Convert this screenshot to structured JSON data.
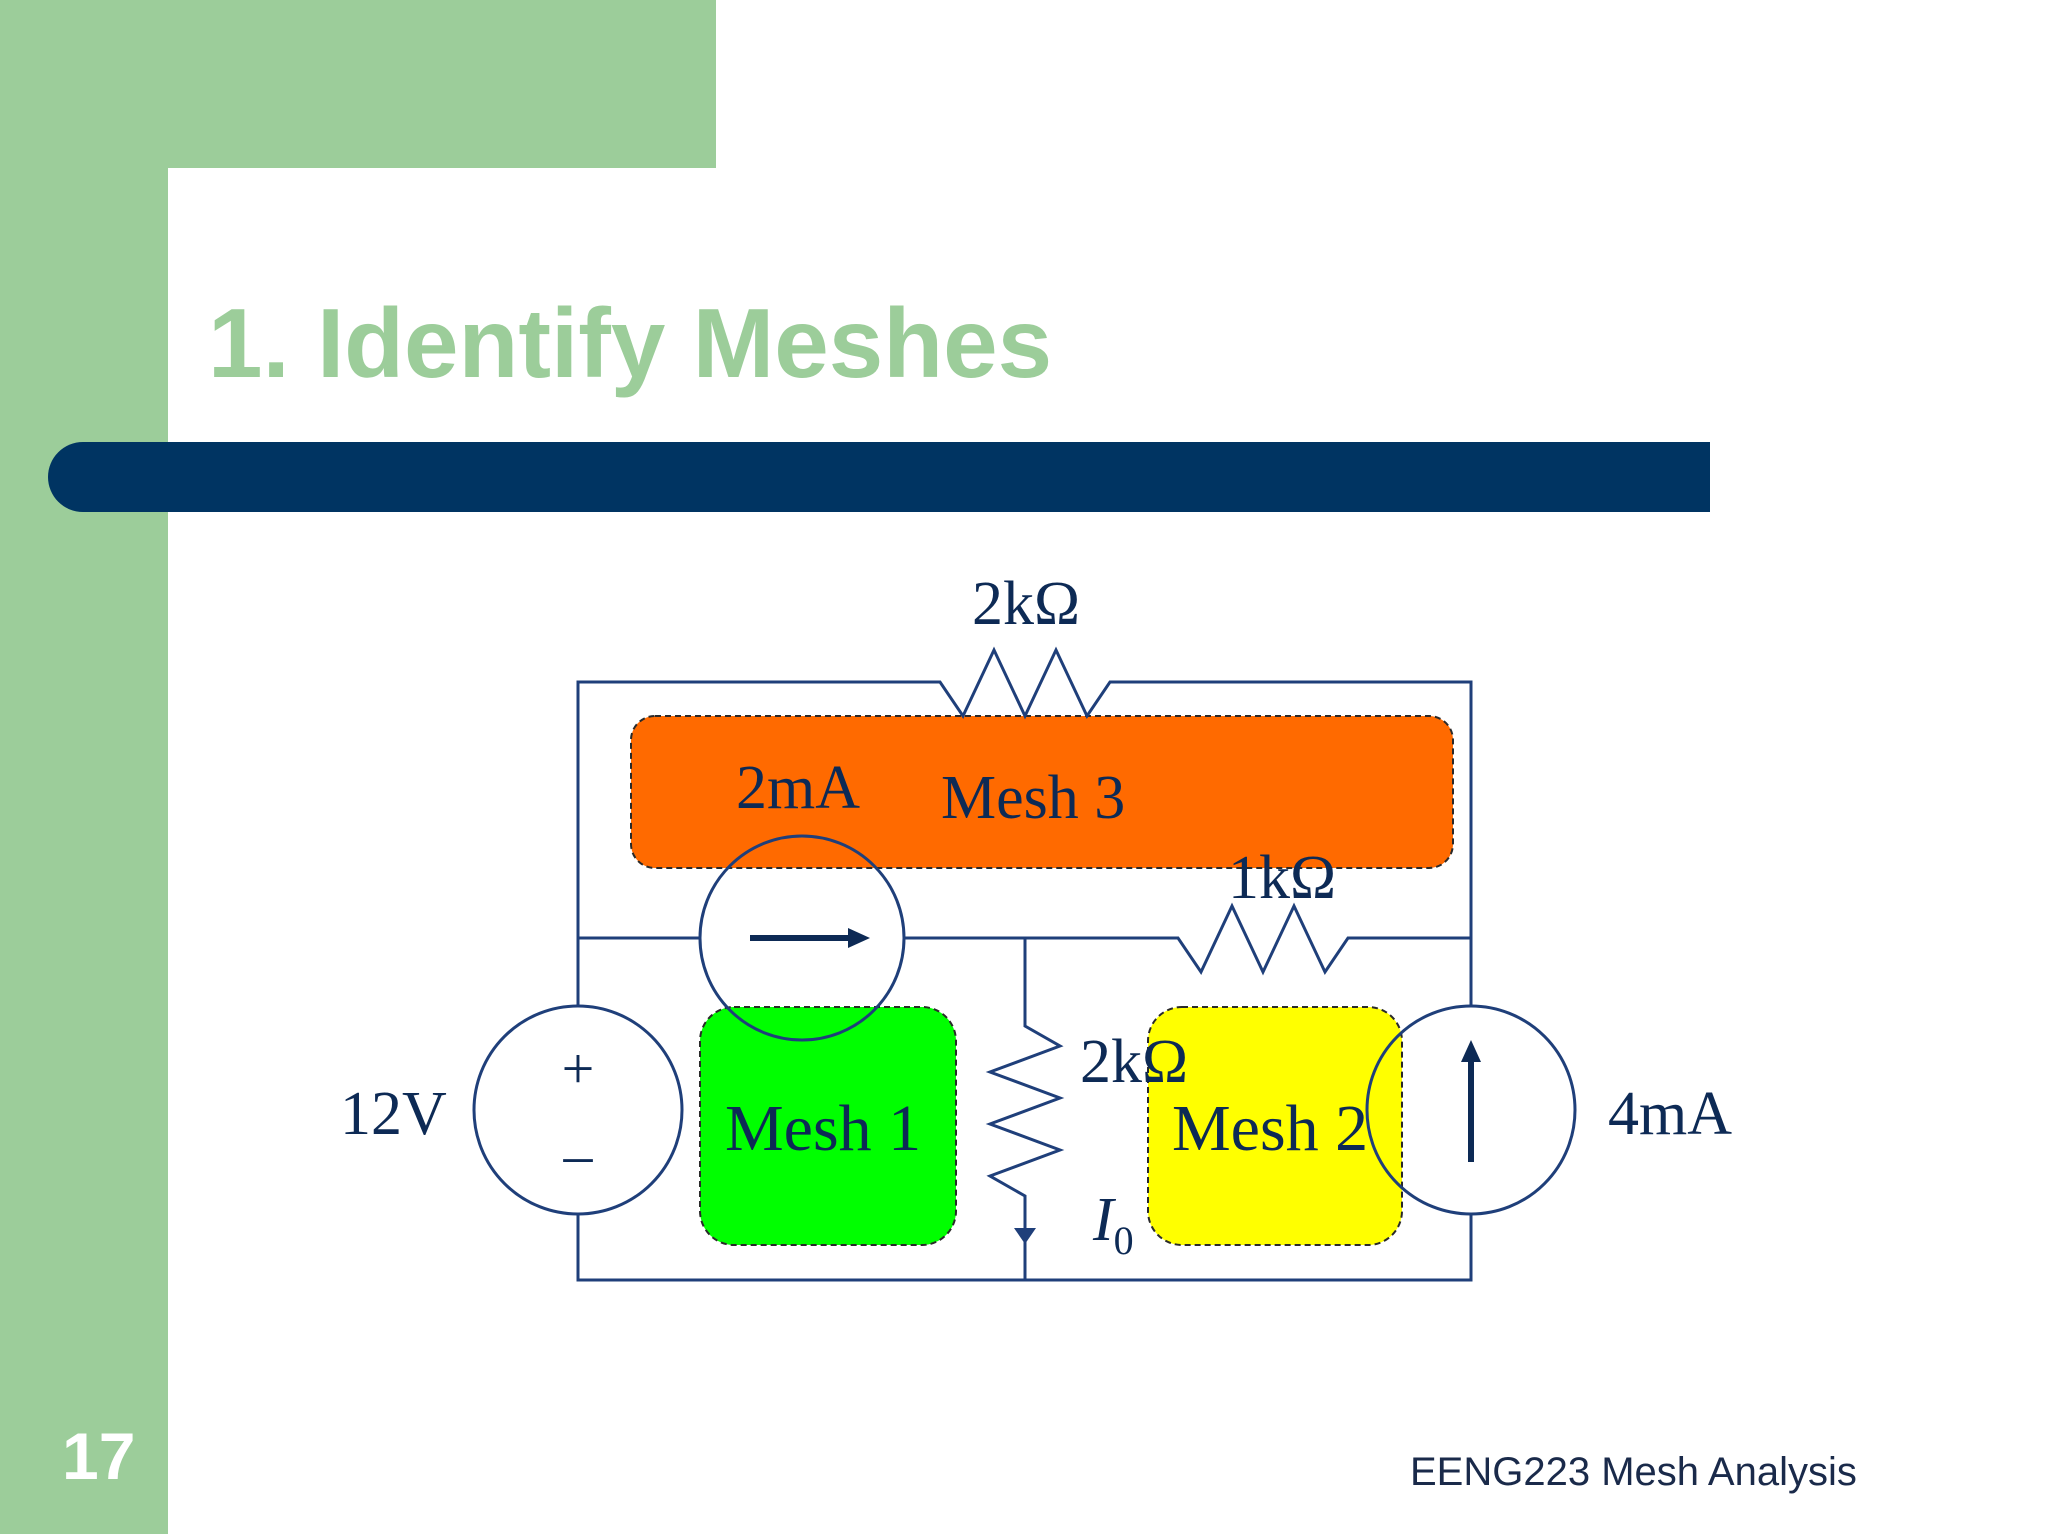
{
  "slide": {
    "title": "1. Identify Meshes",
    "number": "17",
    "footer": "EENG223 Mesh Analysis"
  },
  "circuit": {
    "labels": {
      "top_resistor": "2kΩ",
      "current_source_left": "2mA",
      "mesh3": "Mesh 3",
      "right_resistor": "1kΩ",
      "middle_resistor": "2kΩ",
      "voltage_source": "12V",
      "plus": "+",
      "minus": "–",
      "mesh1": "Mesh 1",
      "mesh2": "Mesh 2",
      "current_source_right": "4mA",
      "current_label": "I",
      "current_subscript": "0"
    }
  },
  "colors": {
    "green_band": "#9ccd9a",
    "title_bar": "#003462",
    "mesh1": "#00ff00",
    "mesh2": "#ffff00",
    "mesh3": "#ff6a00",
    "wire": "#1f3f7a"
  }
}
